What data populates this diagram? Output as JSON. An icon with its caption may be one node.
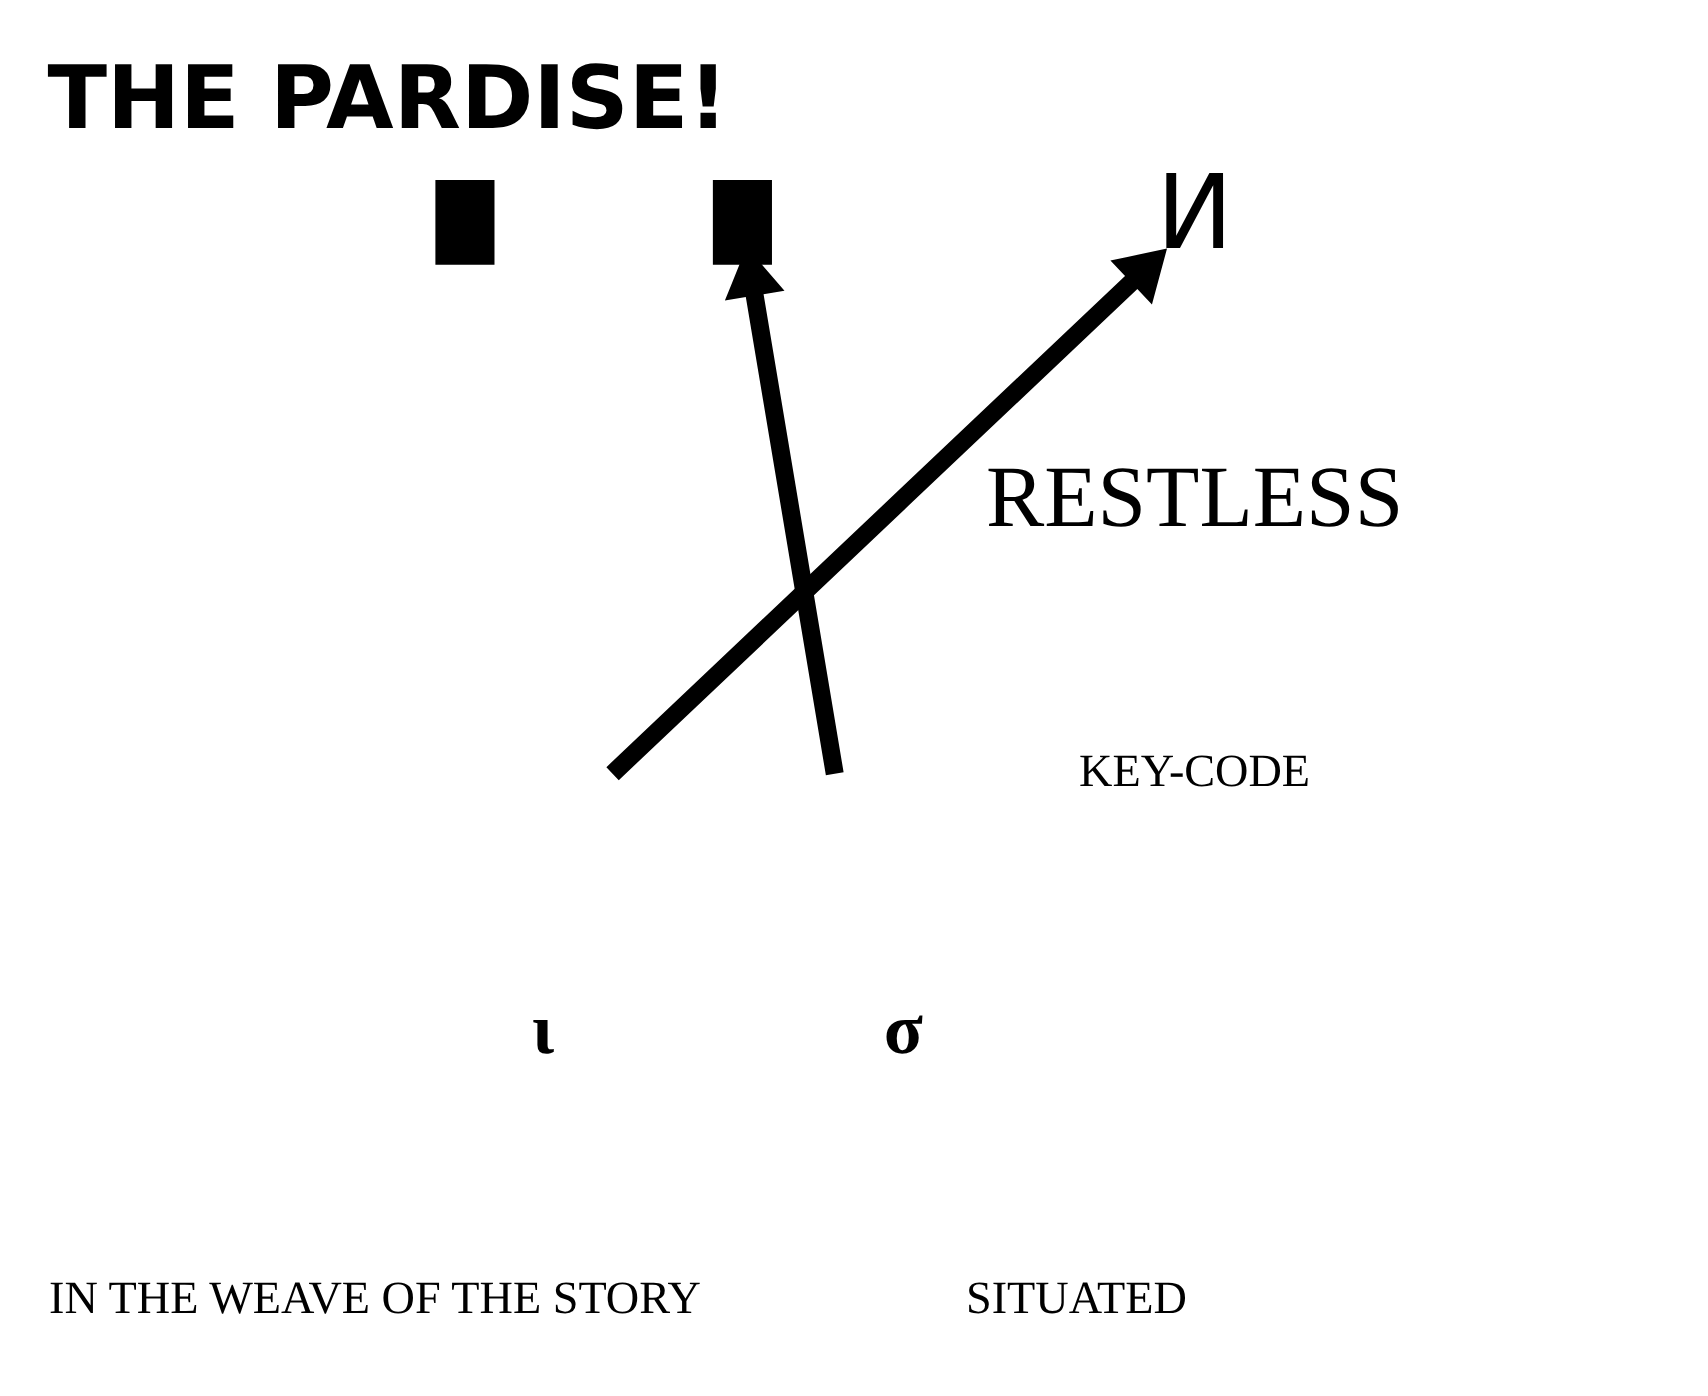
{
  "diagram": {
    "title": "THE PARDISE!",
    "nodes": [
      {
        "text": [],
        "shape": "box"
      },
      {
        "text": [],
        "shape": "box"
      },
      {
        "text": [
          "И"
        ]
      }
    ],
    "edges": [
      {
        "from": null,
        "to": 1,
        "arrow": "to"
      },
      {
        "from": null,
        "to": 2,
        "arrow": "to"
      }
    ],
    "labels": [
      "RESTLESS",
      "KEY-CODE",
      "ι",
      "σ",
      "IN THE WEAVE OF THE STORY",
      "SITUATED"
    ]
  }
}
